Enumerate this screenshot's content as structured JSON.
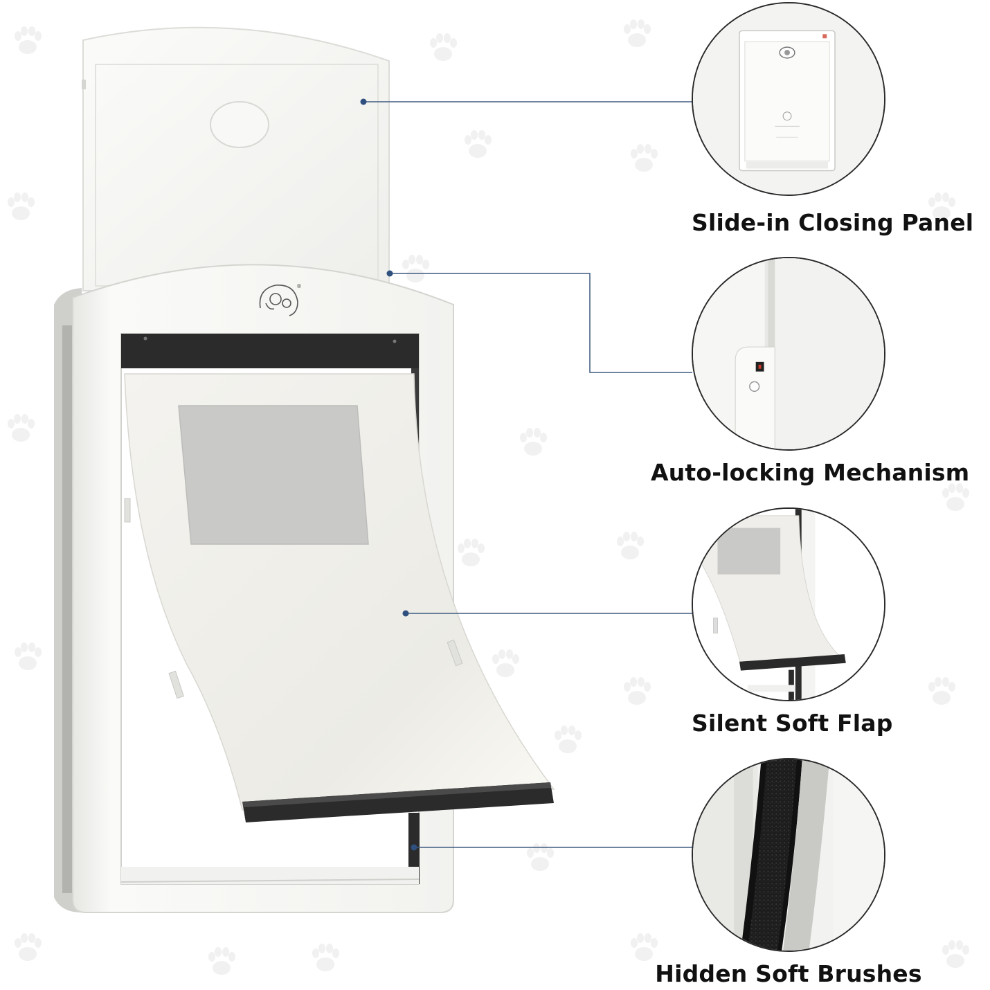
{
  "features": [
    {
      "label": "Slide-in Closing Panel",
      "detail": "closing-panel"
    },
    {
      "label": "Auto-locking Mechanism",
      "detail": "locking-latch"
    },
    {
      "label": "Silent Soft Flap",
      "detail": "soft-flap"
    },
    {
      "label": "Hidden Soft Brushes",
      "detail": "soft-brushes"
    }
  ],
  "colors": {
    "background": "#ffffff",
    "frame": "#f7f7f5",
    "frame_shadow": "#d9d9d6",
    "flap": "#f1f0ec",
    "flap_window": "#c9c9c7",
    "dark_bar": "#2b2b2b",
    "leader_line": "#3d5a80",
    "leader_dot": "#2f4f7f",
    "paw_pattern": "#f0f0f0",
    "label_text": "#111111"
  },
  "icons": [
    "paw-print-icon",
    "pet-logo-icon"
  ]
}
